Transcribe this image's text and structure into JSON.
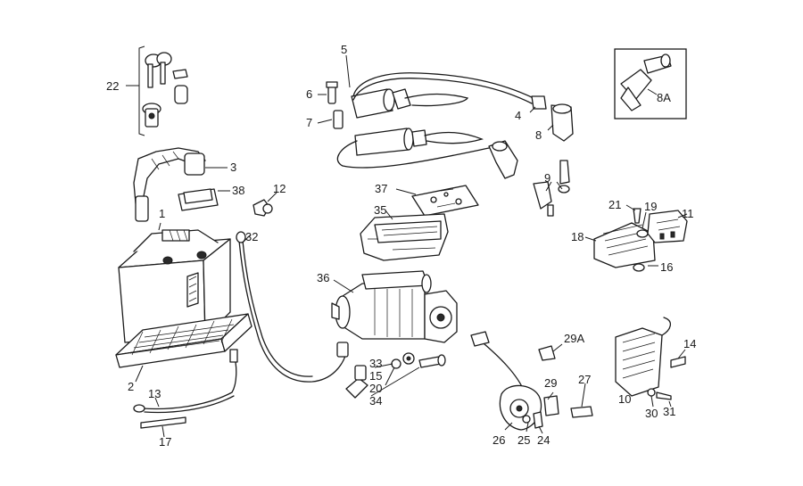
{
  "labels": {
    "l1": "1",
    "l2": "2",
    "l3": "3",
    "l4": "4",
    "l5": "5",
    "l6": "6",
    "l7": "7",
    "l8": "8",
    "l8A": "8A",
    "l9": "9",
    "l10": "10",
    "l11": "11",
    "l12": "12",
    "l13": "13",
    "l14": "14",
    "l15": "15",
    "l16": "16",
    "l17": "17",
    "l18": "18",
    "l19": "19",
    "l20": "20",
    "l21": "21",
    "l22": "22",
    "l24": "24",
    "l25": "25",
    "l26": "26",
    "l27": "27",
    "l29": "29",
    "l29A": "29A",
    "l30": "30",
    "l31": "31",
    "l32": "32",
    "l33": "33",
    "l34": "34",
    "l35": "35",
    "l36": "36",
    "l37": "37",
    "l38": "38"
  }
}
